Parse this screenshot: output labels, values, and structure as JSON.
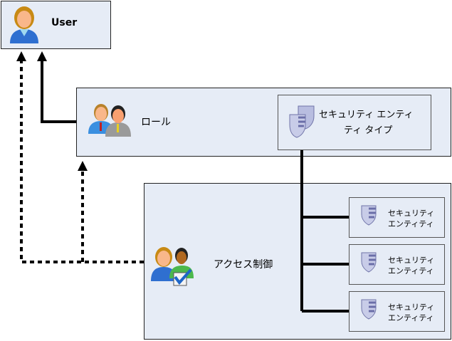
{
  "nodes": {
    "user": {
      "label": "User",
      "icon": "user-icon"
    },
    "role": {
      "label": "ロール",
      "icon": "role-group-icon"
    },
    "entity_type": {
      "label_line1": "セキュリティ エンティ",
      "label_line2": "ティ タイプ",
      "icon": "double-shield-icon"
    },
    "access_control": {
      "label": "アクセス制御",
      "icon": "access-control-icon"
    },
    "entities": [
      {
        "label_line1": "セキュリティ",
        "label_line2": "エンティティ",
        "icon": "shield-icon"
      },
      {
        "label_line1": "セキュリティ",
        "label_line2": "エンティティ",
        "icon": "shield-icon"
      },
      {
        "label_line1": "セキュリティ",
        "label_line2": "エンティティ",
        "icon": "shield-icon"
      }
    ]
  },
  "edges": [
    {
      "from": "role",
      "to": "user",
      "style": "solid"
    },
    {
      "from": "access_control",
      "to": "user",
      "style": "dotted"
    },
    {
      "from": "access_control",
      "to": "role",
      "style": "dotted"
    },
    {
      "from": "entity_type",
      "to": "entities",
      "style": "solid"
    }
  ],
  "colors": {
    "box_fill": "#e6ecf6",
    "border": "#222222",
    "line": "#000000"
  }
}
